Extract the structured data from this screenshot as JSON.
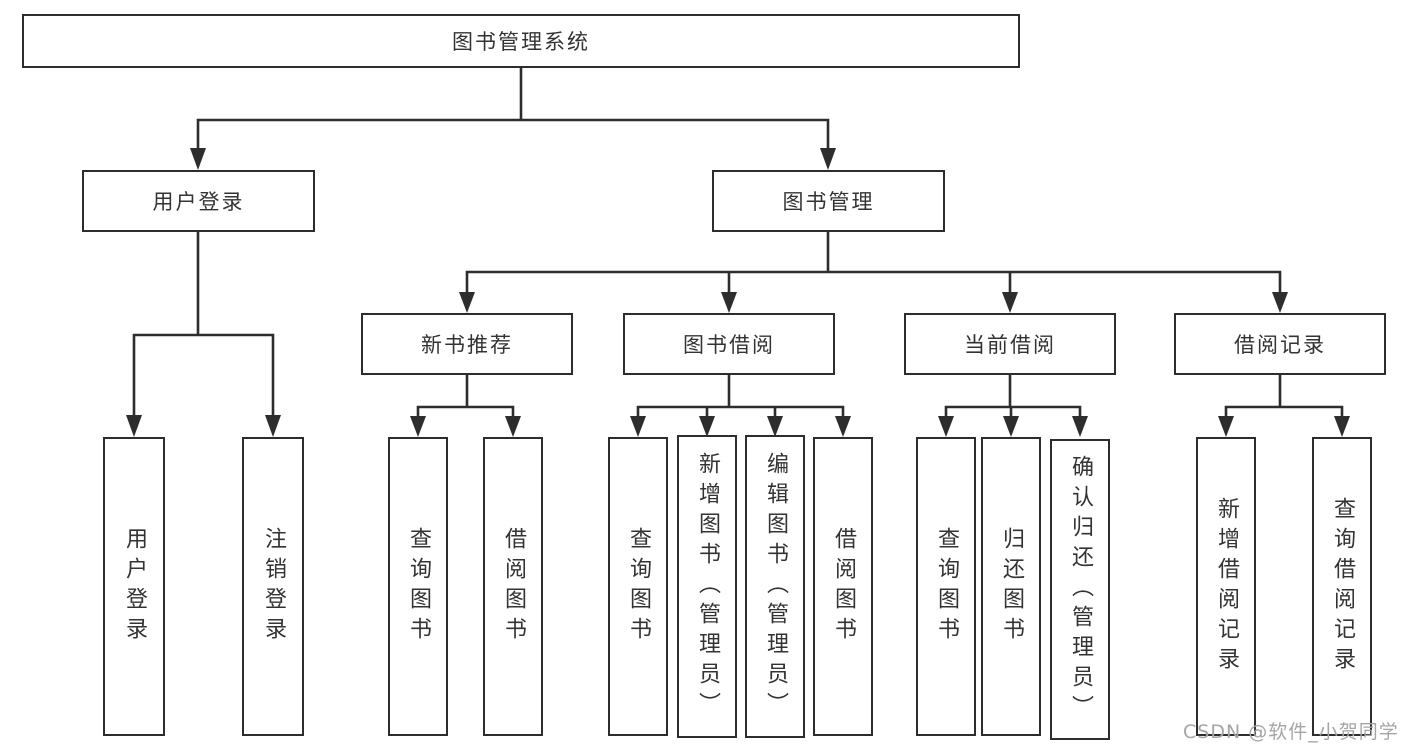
{
  "tree": {
    "root": "图书管理系统",
    "branches": [
      {
        "label": "用户登录",
        "children": [
          "用户登录",
          "注销登录"
        ]
      },
      {
        "label": "图书管理",
        "groups": [
          {
            "label": "新书推荐",
            "children": [
              "查询图书",
              "借阅图书"
            ]
          },
          {
            "label": "图书借阅",
            "children": [
              "查询图书",
              "新增图书（管理员）",
              "编辑图书（管理员）",
              "借阅图书"
            ]
          },
          {
            "label": "当前借阅",
            "children": [
              "查询图书",
              "归还图书",
              "确认归还（管理员）"
            ]
          },
          {
            "label": "借阅记录",
            "children": [
              "新增借阅记录",
              "查询借阅记录"
            ]
          }
        ]
      }
    ]
  },
  "watermark": {
    "text": "CSDN @软件_小贺同学"
  },
  "colors": {
    "line": "#2d2d2d",
    "border": "#2d2d2d",
    "text": "#333333",
    "background": "#ffffff",
    "watermark": "#a5a5a7"
  }
}
